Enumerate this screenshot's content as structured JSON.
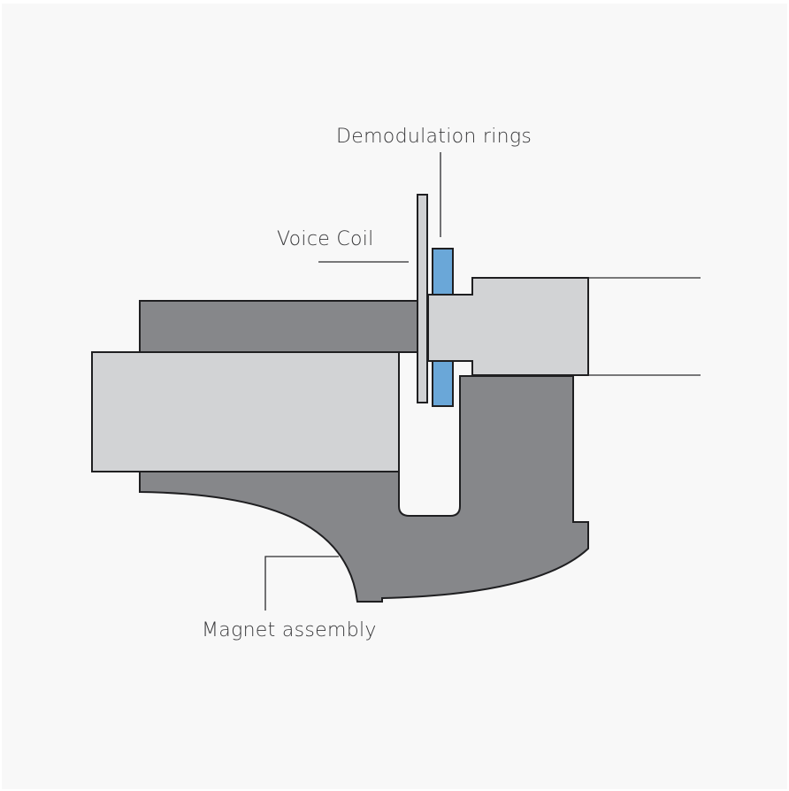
{
  "diagram": {
    "labels": {
      "demodulation_rings": "Demodulation rings",
      "voice_coil": "Voice Coil",
      "magnet_assembly": "Magnet assembly"
    },
    "colors": {
      "background": "#f8f8f8",
      "magnet_dark": "#86878a",
      "pole_light": "#d2d3d5",
      "voice_coil": "#d0d1d3",
      "rings": "#6aa7d8",
      "outline": "#1f1f21"
    }
  }
}
